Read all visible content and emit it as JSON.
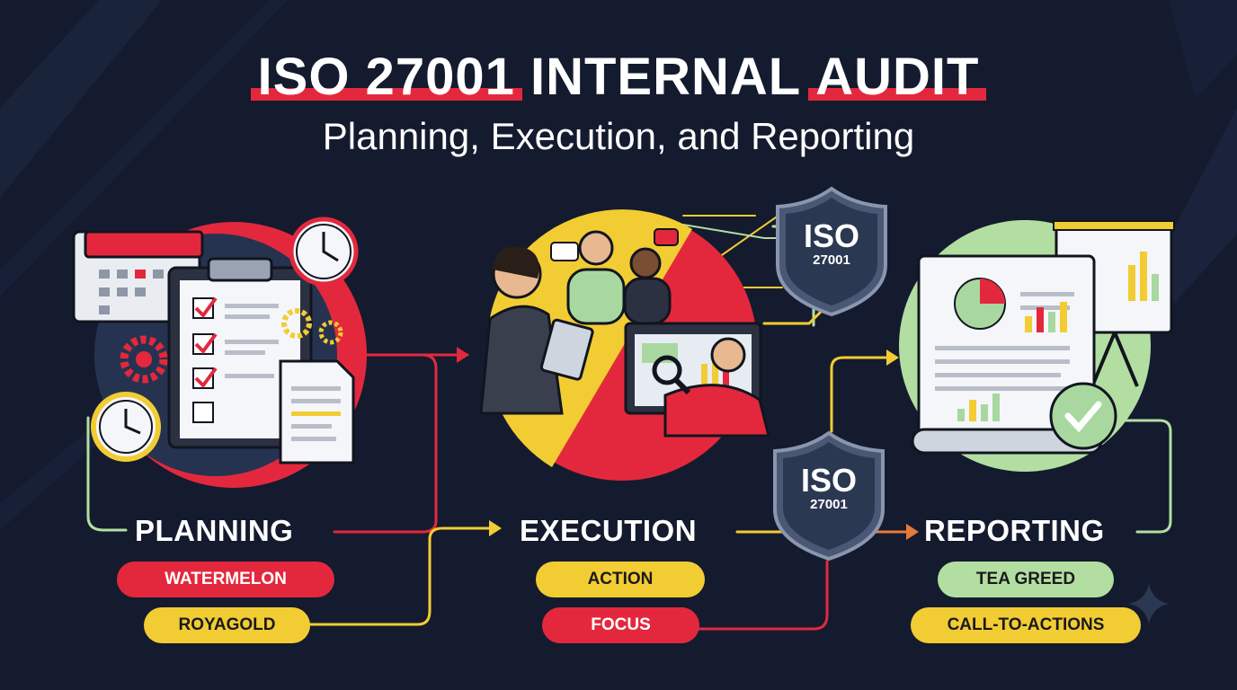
{
  "header": {
    "title_part1": "ISO 27001",
    "title_part2": "INTERNAL",
    "title_part3": "AUDIT",
    "subtitle": "Planning, Execution, and Reporting"
  },
  "stages": [
    {
      "label": "PLANNING",
      "tags": [
        "WATERMELON",
        "ROYAGOLD"
      ]
    },
    {
      "label": "EXECUTION",
      "tags": [
        "ACTION",
        "FOCUS"
      ]
    },
    {
      "label": "REPORTING",
      "tags": [
        "TEA GREED",
        "CALL-TO-ACTIONS"
      ]
    }
  ],
  "badges": [
    {
      "line1": "ISO",
      "line2": "27001"
    },
    {
      "line1": "ISO",
      "line2": "27001"
    }
  ],
  "colors": {
    "background": "#141b2e",
    "accent_red": "#e3283d",
    "accent_gold": "#f2cc33",
    "accent_green": "#b3dea2",
    "shield": "#2b3852"
  },
  "icons": [
    "calendar-icon",
    "clipboard-checklist-icon",
    "clock-icon",
    "gear-icon",
    "document-icon",
    "auditor-person-icon",
    "team-icon",
    "monitor-icon",
    "magnifier-icon",
    "shield-icon",
    "report-document-icon",
    "pie-chart-icon",
    "bar-chart-icon",
    "presentation-board-icon",
    "check-badge-icon",
    "sparkle-icon"
  ]
}
